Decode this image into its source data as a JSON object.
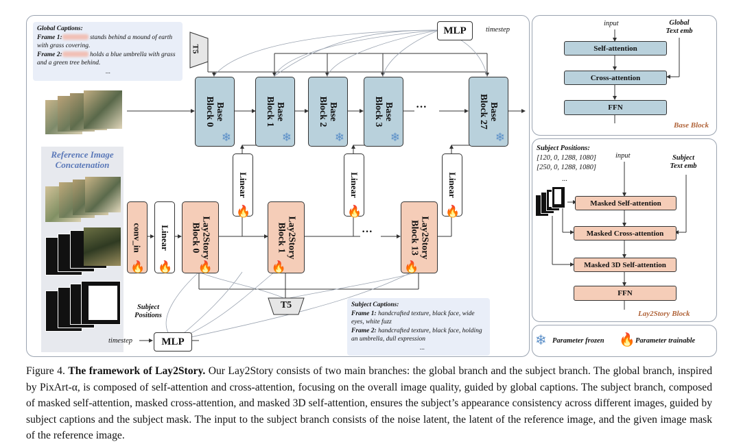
{
  "global_captions": {
    "title": "Global Captions:",
    "frame1_label": "Frame 1:",
    "frame1_text": " stands behind a mound of earth with grass covering.",
    "frame2_label": "Frame 2:",
    "frame2_text": " holds a blue umbrella with grass and a green tree behind.",
    "ellipsis": "..."
  },
  "subject_captions": {
    "title": "Subject Captions:",
    "frame1_label": "Frame 1:",
    "frame1_text": " handcrafted texture, black face, wide eyes, white fuzz",
    "frame2_label": "Frame 2:",
    "frame2_text": " handcrafted texture, black face, holding an umbrella, dull expression",
    "ellipsis": "..."
  },
  "labels": {
    "mlp": "MLP",
    "timestep": "timestep",
    "t5": "T5",
    "reference_concat": "Reference Image Concatenation",
    "subject_positions": "Subject Positions",
    "conv_in": "conv_in",
    "linear": "Linear",
    "dots": "···"
  },
  "base_blocks": [
    "Base Block 0",
    "Base Block 1",
    "Base Block 2",
    "Base Block 3",
    "Base Block 27"
  ],
  "lay_blocks": [
    "Lay2Story Block 0",
    "Lay2Story Block 1",
    "Lay2Story Block 13"
  ],
  "base_panel": {
    "input": "input",
    "global_text": "Global Text emb",
    "self_attention": "Self-attention",
    "cross_attention": "Cross-attention",
    "ffn": "FFN",
    "title": "Base Block"
  },
  "lay_panel": {
    "positions_title": "Subject Positions:",
    "positions_1": "[120, 0, 1288, 1080]",
    "positions_2": "[250, 0, 1288, 1080]",
    "input": "input",
    "subject_text": "Subject Text emb",
    "masked_self": "Masked Self-attention",
    "masked_cross": "Masked Cross-attention",
    "masked_3d": "Masked 3D Self-attention",
    "ffn": "FFN",
    "title": "Lay2Story Block",
    "mask_dots": "..."
  },
  "legend": {
    "frozen": "Parameter frozen",
    "trainable": "Parameter trainable"
  },
  "caption": {
    "fig": "Figure 4. ",
    "bold": "The framework of Lay2Story.",
    "text": " Our Lay2Story consists of two main branches: the global branch and the subject branch. The global branch, inspired by PixArt-α, is composed of self-attention and cross-attention, focusing on the overall image quality, guided by global captions. The subject branch, composed of masked self-attention, masked cross-attention, and masked 3D self-attention, ensures the subject’s appearance consistency across different images, guided by subject captions and the subject mask. The input to the subject branch consists of the noise latent, the latent of the reference image, and the given image mask of the reference image."
  },
  "colors": {
    "base_block": "#b9d1dc",
    "lay_block": "#f5cdb8",
    "note_bg": "#e9eef8",
    "accent_title": "#8b4a2b",
    "ref_title": "#5a78b8"
  }
}
